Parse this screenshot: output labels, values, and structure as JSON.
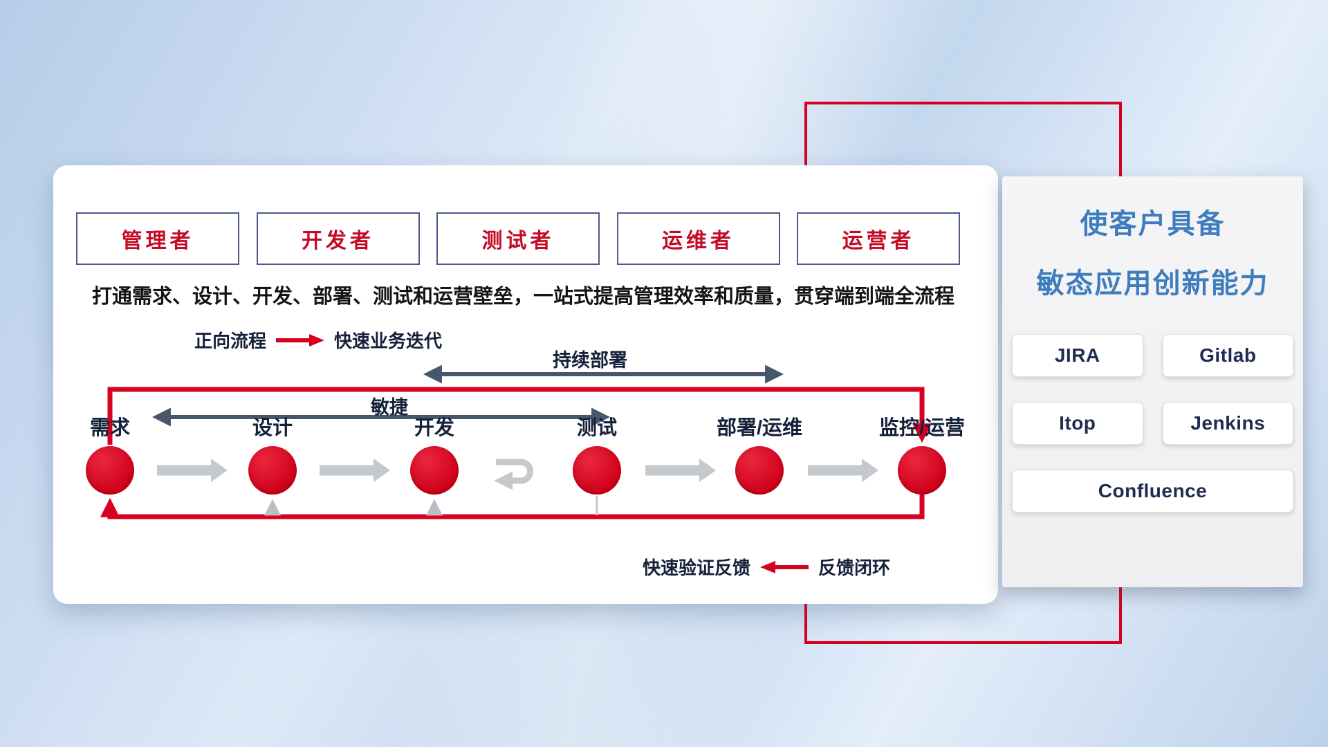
{
  "colors": {
    "accent_red": "#d7001e",
    "title_blue": "#3e7dbd",
    "dark_arrow": "#46566b",
    "gray_arrow": "#c5c9cd",
    "role_text": "#c40a24",
    "role_border": "#4d598c",
    "text_dark": "#15203a"
  },
  "roles": [
    "管理者",
    "开发者",
    "测试者",
    "运维者",
    "运营者"
  ],
  "headline": "打通需求、设计、开发、部署、测试和运营壁垒，一站式提高管理效率和质量，贯穿端到端全流程",
  "legend_forward": {
    "label": "正向流程",
    "desc": "快速业务迭代"
  },
  "legend_feedback": {
    "desc": "快速验证反馈",
    "label": "反馈闭环"
  },
  "flow": {
    "agile_label": "敏捷",
    "cd_label": "持续部署",
    "nodes": [
      "需求",
      "设计",
      "开发",
      "测试",
      "部署/运维",
      "监控/运营"
    ]
  },
  "panel": {
    "title_line1": "使客户具备",
    "title_line2": "敏态应用创新能力",
    "tools": [
      "JIRA",
      "Gitlab",
      "Itop",
      "Jenkins",
      "Confluence"
    ]
  },
  "icons": {
    "forward_arrow": "red-right-arrow",
    "feedback_arrow": "red-left-arrow",
    "agile_span": "double-headed-arrow",
    "cd_span": "double-headed-arrow",
    "iterate": "loop-arrow"
  }
}
